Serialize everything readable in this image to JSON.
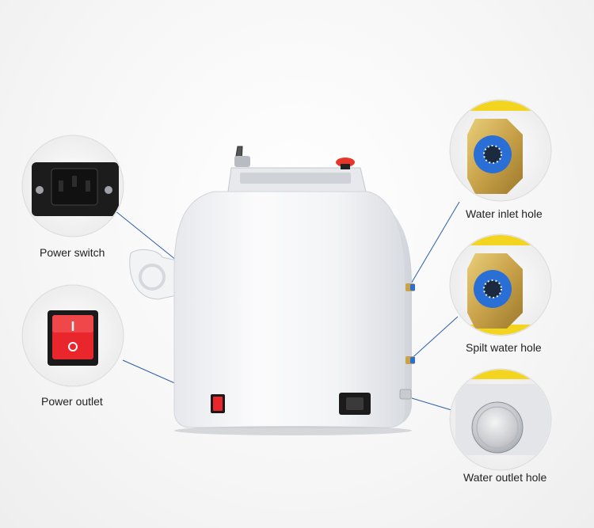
{
  "labels": {
    "power_switch": "Power switch",
    "power_outlet": "Power outlet",
    "water_inlet": "Water inlet hole",
    "spilt_water": "Spilt water hole",
    "water_outlet": "Water outlet hole"
  },
  "colors": {
    "body": "#f4f5f7",
    "callout_line": "#2a5ea8",
    "switch_red": "#e8262b",
    "fitting_blue": "#2a6fd6",
    "brass": "#c9a24a",
    "yellow_band": "#f3d51f",
    "e_stop_red": "#e8352a"
  }
}
